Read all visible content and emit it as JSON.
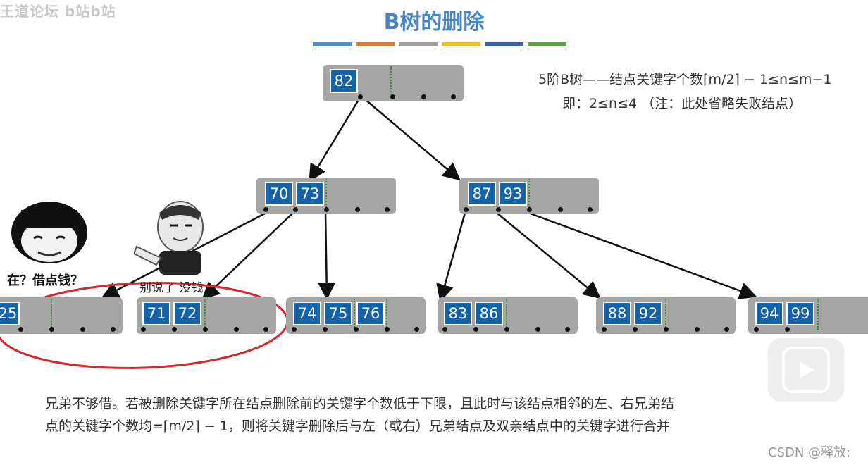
{
  "watermark": "王道论坛 b站b站",
  "title": "B树的删除",
  "colors": {
    "title": "#4a86c5",
    "key_fill": "#1462a8",
    "node_fill": "#a6a6a6",
    "separator": "#2f8f2f",
    "circle": "#d8262b",
    "bars": [
      "#4d8fcf",
      "#e07a3a",
      "#a0a0a0",
      "#f0c020",
      "#3b5ea8",
      "#5da446"
    ]
  },
  "info": {
    "line1": "5阶B树——结点关键字个数⌈m/2⌉ − 1≤n≤m−1",
    "line2": "即：2≤n≤4 （注：此处省略失败结点）"
  },
  "tree": {
    "root": {
      "keys": [
        "82"
      ]
    },
    "level1": [
      {
        "keys": [
          "70",
          "73"
        ]
      },
      {
        "keys": [
          "87",
          "93"
        ]
      }
    ],
    "leaves": [
      {
        "keys": [
          "25"
        ]
      },
      {
        "keys": [
          "71",
          "72"
        ]
      },
      {
        "keys": [
          "74",
          "75",
          "76"
        ]
      },
      {
        "keys": [
          "83",
          "86"
        ]
      },
      {
        "keys": [
          "88",
          "92"
        ]
      },
      {
        "keys": [
          "94",
          "99"
        ]
      }
    ]
  },
  "memes": {
    "left_caption": "在？借点钱？",
    "right_caption": "别说了 没钱"
  },
  "caption": {
    "line1": "兄弟不够借。若被删除关键字所在结点删除前的关键字个数低于下限，且此时与该结点相邻的左、右兄弟结",
    "line2": "点的关键字个数均=⌈m/2⌉ − 1，则将关键字删除后与左（或右）兄弟结点及双亲结点中的关键字进行合并"
  },
  "csdn_watermark": "CSDN @释放:",
  "icons": {
    "play": "play-icon"
  }
}
